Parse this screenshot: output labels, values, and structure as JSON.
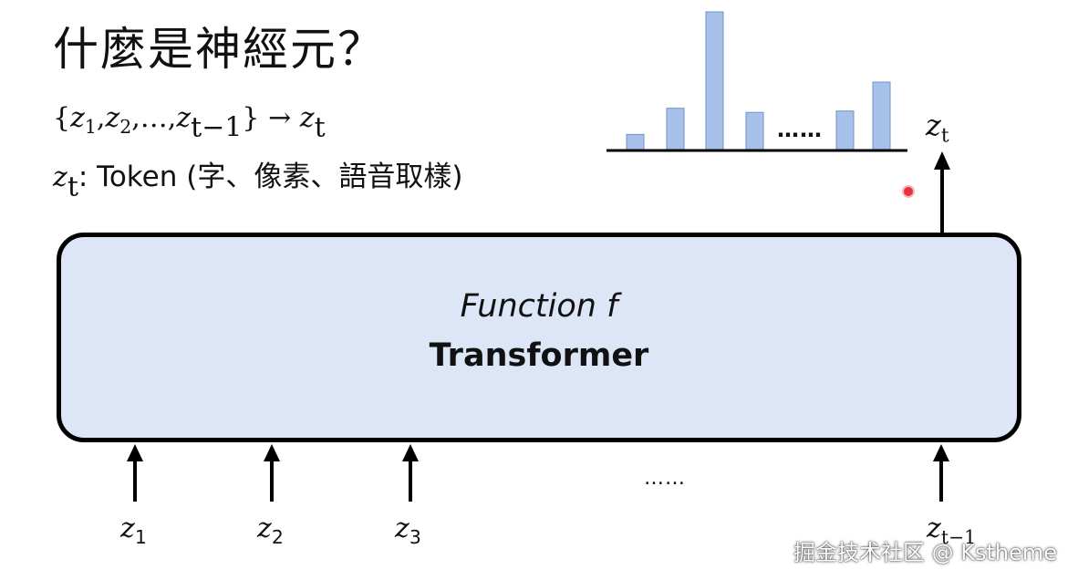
{
  "title": "什麼是神經元？",
  "formula": {
    "open_brace": "{",
    "z": "z",
    "sub1": "1",
    "sub2": "2",
    "ellipsis": "…",
    "sub_last": "t−1",
    "close_brace": "}",
    "arrow": "→",
    "sub_t": "t",
    "comma": ","
  },
  "token_line": {
    "var": "z",
    "sub": "t",
    "text": ": Token (字、像素、語音取樣)"
  },
  "box": {
    "function_label": "Function f",
    "model_label": "Transformer",
    "fill": "#dde6f7",
    "border": "#000000"
  },
  "inputs": {
    "var": "z",
    "subscripts": [
      "1",
      "2",
      "3",
      "t−1"
    ],
    "dots": "……"
  },
  "output": {
    "var": "z",
    "sub": "t",
    "dots": "……",
    "distribution": [
      0.11,
      0.3,
      1.0,
      0.27,
      0.28,
      0.49
    ],
    "bar_color": "#a7c1ea",
    "bar_border": "#6f93c9"
  },
  "watermark": "掘金技术社区 @ Kstheme"
}
